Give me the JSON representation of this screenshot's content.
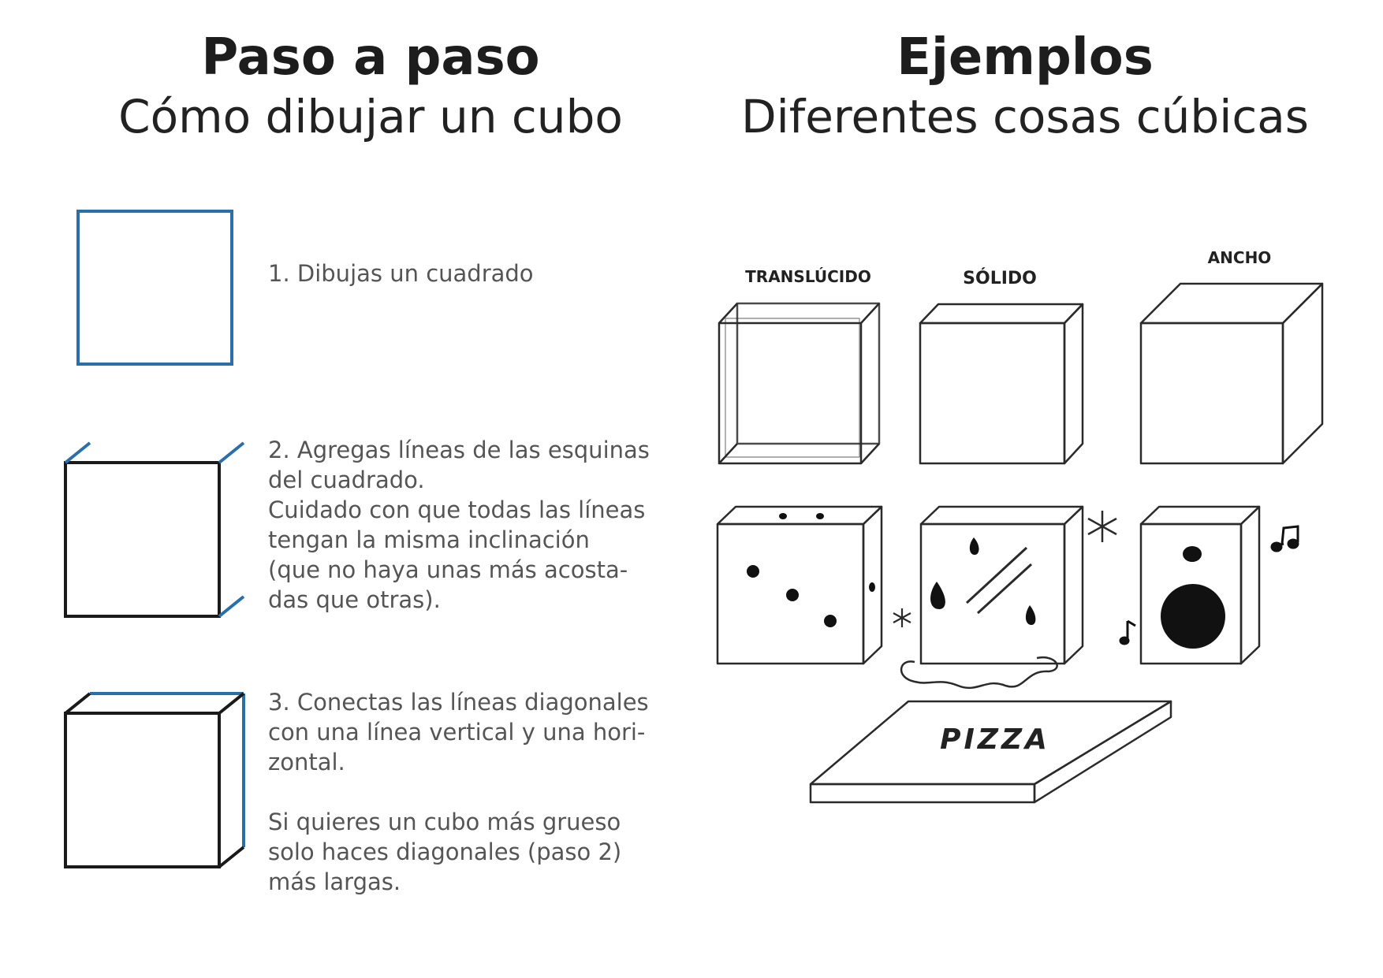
{
  "left_header": {
    "title": "Paso a paso",
    "subtitle": "Cómo dibujar un cubo"
  },
  "right_header": {
    "title": "Ejemplos",
    "subtitle": "Diferentes cosas cúbicas"
  },
  "steps": [
    {
      "text": "1. Dibujas un cuadrado"
    },
    {
      "text": "2. Agregas líneas de las esquinas\ndel cuadrado.\nCuidado con que todas las líneas\ntengan la misma inclinación\n(que no haya unas más acosta-\ndas que otras)."
    },
    {
      "text": "3. Conectas las líneas diagonales\ncon una línea vertical y una hori-\nzontal.\n\nSi quieres un cubo más grueso\nsolo haces diagonales (paso 2)\nmás largas."
    }
  ],
  "examples": {
    "translucent_label": "TRANSLÚCIDO",
    "solid_label": "SÓLIDO",
    "wide_label": "ANCHO",
    "pizza_label": "PIZZA"
  },
  "colors": {
    "accent_blue": "#2a6faa",
    "line_dark": "#1a1a1a",
    "text_gray": "#555555"
  }
}
